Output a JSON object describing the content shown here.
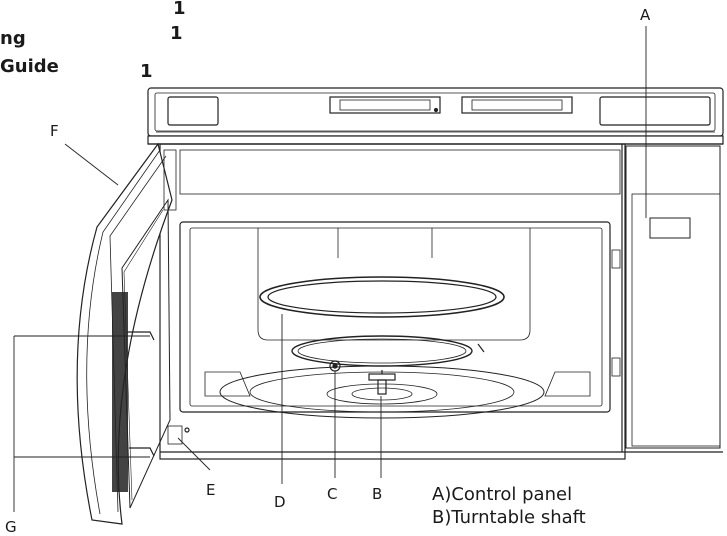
{
  "fragments": {
    "word_1": "ng",
    "word_2": "Guide",
    "num_1": "1",
    "num_2": "1",
    "num_3": "1"
  },
  "callouts": {
    "a": "A",
    "b": "B",
    "c": "C",
    "d": "D",
    "e": "E",
    "f": "F",
    "g": "G"
  },
  "legend": [
    {
      "key": "A)",
      "text": "Control panel"
    },
    {
      "key": "B)",
      "text": "Turntable shaft"
    }
  ]
}
